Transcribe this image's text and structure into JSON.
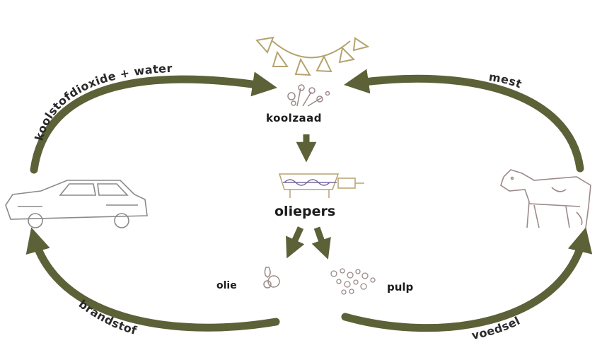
{
  "nodes": {
    "koolzaad": "koolzaad",
    "oliepers": "oliepers",
    "olie": "olie",
    "pulp": "pulp"
  },
  "cycle_labels": {
    "top_left": "koolstofdioxide + water",
    "top_right": "mest",
    "bottom_left": "brandstof",
    "bottom_right": "voedsel"
  },
  "icons": [
    "sun-icon",
    "rapeseed-icon",
    "oil-press-icon",
    "car-icon",
    "cow-icon",
    "oil-drops-icon",
    "pulp-icon"
  ],
  "colors": {
    "arrow": "#5c6138",
    "line": "#b5a36e",
    "text": "#1b1b1b"
  }
}
